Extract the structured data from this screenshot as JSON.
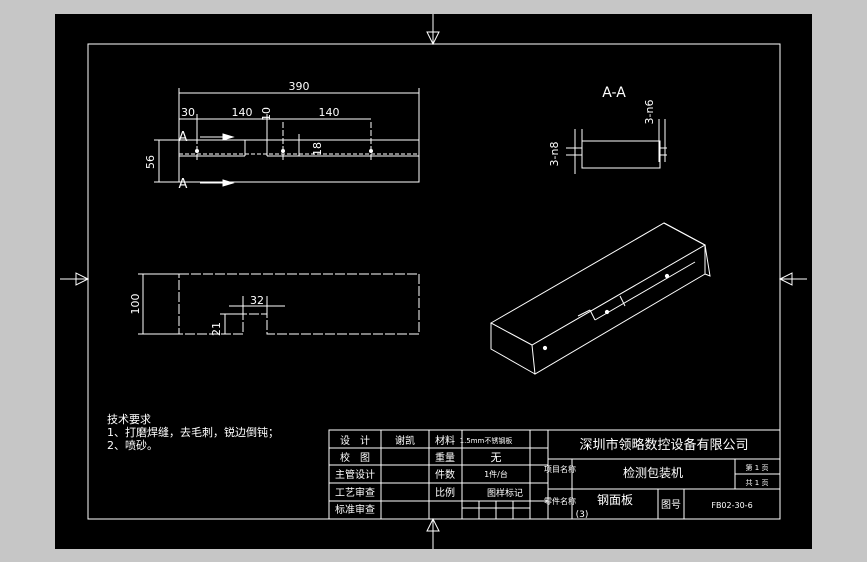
{
  "drawing": {
    "section_label": "A-A",
    "tech_title": "技术要求",
    "tech_line1": "1、打磨焊缝，去毛刺，锐边倒钝；",
    "tech_line2": "2、喷砂。",
    "top_view": {
      "dim_overall": "390",
      "dim_30": "30",
      "dim_140a": "140",
      "dim_10": "10",
      "dim_140b": "140",
      "dim_56": "56",
      "dim_18": "18",
      "section_mark_top": "A",
      "section_mark_bottom": "A"
    },
    "section_view": {
      "hole_left": "3-n8",
      "hole_right": "3-n6"
    },
    "front_view": {
      "dim_100": "100",
      "dim_32": "32",
      "dim_21": "21"
    }
  },
  "title_block": {
    "design_label": "设　计",
    "design_value": "谢凯",
    "check_label": "校　图",
    "chief_label": "主管设计",
    "process_label": "工艺审查",
    "standard_label": "标准审查",
    "material_label": "材料",
    "material_value": "1.5mm不锈钢板",
    "weight_label": "重量",
    "weight_value": "无",
    "count_label": "件数",
    "count_value": "1件/台",
    "scale_label": "比例",
    "scale_value": "图样标记",
    "company": "深圳市领略数控设备有限公司",
    "project_label": "项目名称",
    "project_value": "检测包装机",
    "part_label": "零件名称",
    "part_value": "钢面板",
    "part_sub": "(3)",
    "drawing_no_label": "图号",
    "drawing_no_value": "FB02-30-6",
    "sheet_label": "第 1 页",
    "total_label": "共 1 页"
  },
  "colors": {
    "background": "#000000",
    "lines": "#ffffff",
    "surround": "#c6c6c6"
  }
}
